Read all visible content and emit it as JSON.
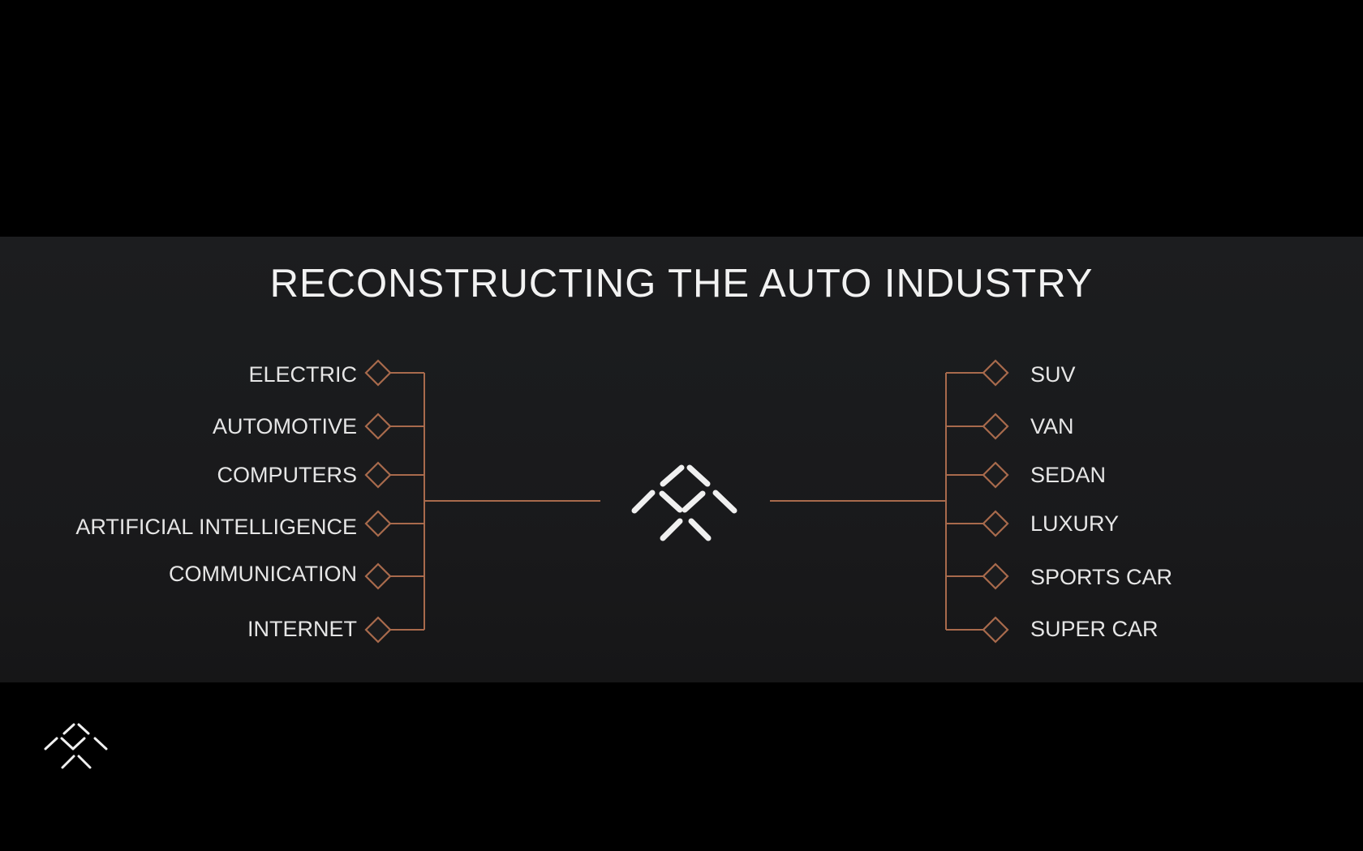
{
  "slide": {
    "title": "RECONSTRUCTING THE AUTO INDUSTRY"
  },
  "diagram": {
    "inputs": [
      "ELECTRIC",
      "AUTOMOTIVE",
      "COMPUTERS",
      "ARTIFICIAL INTELLIGENCE",
      "COMMUNICATION",
      "INTERNET"
    ],
    "outputs": [
      "SUV",
      "VAN",
      "SEDAN",
      "LUXURY",
      "SPORTS CAR",
      "SUPER CAR"
    ],
    "center_icon": "faraday-future-logo-icon",
    "connector_icon": "diamond-node-icon"
  },
  "corner_logo": {
    "icon": "faraday-future-logo-icon"
  },
  "colors": {
    "background": "#000000",
    "band": "#1b1c1e",
    "accent": "#a86a4c",
    "text": "#e6e6e6",
    "logo": "#f0f0f0"
  }
}
